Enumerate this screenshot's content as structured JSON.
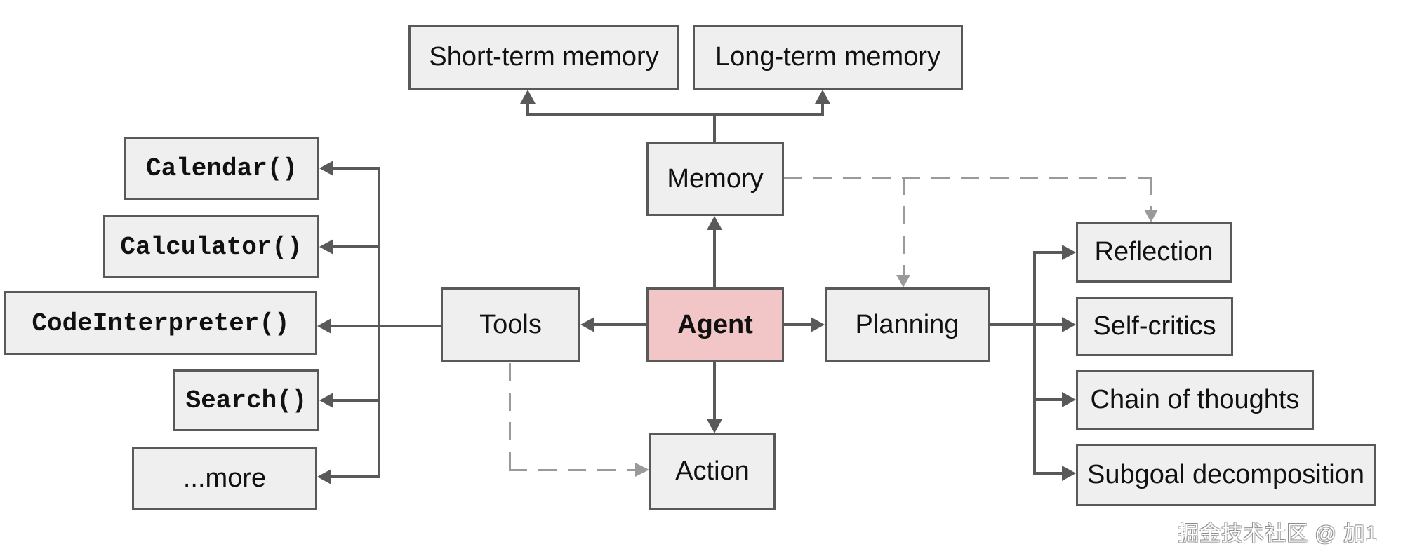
{
  "nodes": {
    "short_term_memory": {
      "label": "Short-term memory"
    },
    "long_term_memory": {
      "label": "Long-term memory"
    },
    "memory": {
      "label": "Memory"
    },
    "tools": {
      "label": "Tools"
    },
    "agent": {
      "label": "Agent"
    },
    "planning": {
      "label": "Planning"
    },
    "action": {
      "label": "Action"
    },
    "calendar": {
      "label": "Calendar()"
    },
    "calculator": {
      "label": "Calculator()"
    },
    "code_interpreter": {
      "label": "CodeInterpreter()"
    },
    "search": {
      "label": "Search()"
    },
    "more": {
      "label": "...more"
    },
    "reflection": {
      "label": "Reflection"
    },
    "self_critics": {
      "label": "Self-critics"
    },
    "chain_of_thoughts": {
      "label": "Chain of thoughts"
    },
    "subgoal_decomposition": {
      "label": "Subgoal decomposition"
    }
  },
  "colors": {
    "background": "#ffffff",
    "node_fill": "#efefef",
    "node_border": "#595959",
    "agent_fill": "#f2c6c6",
    "solid_edge": "#58595b",
    "dashed_edge": "#9a9a9a",
    "text": "#111111",
    "watermark_text": "#ffffff"
  },
  "watermark": {
    "text": "掘金技术社区 @ 加1"
  }
}
